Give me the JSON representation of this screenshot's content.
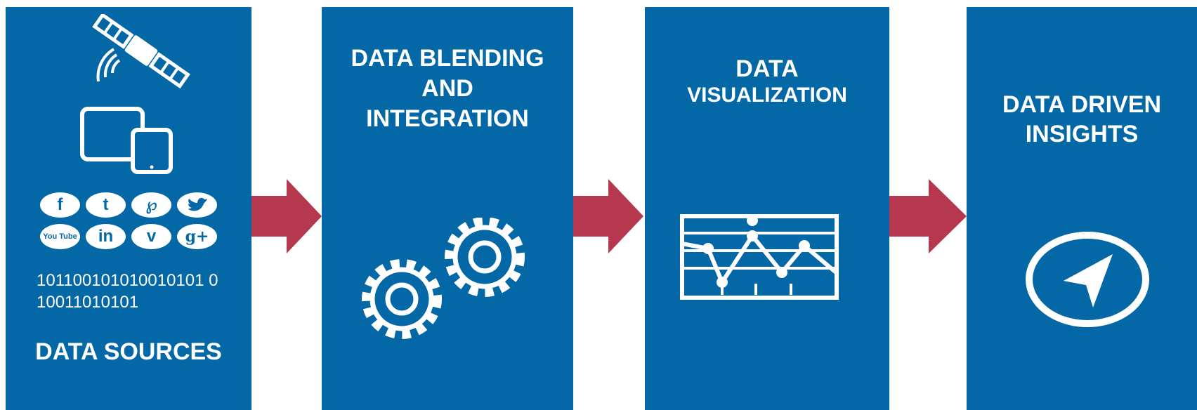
{
  "colors": {
    "panel": "#0568a6",
    "arrow": "#b5384e",
    "icon": "#ffffff"
  },
  "stages": [
    {
      "title_lines": [
        "DATA SOURCES"
      ],
      "binary_lines": [
        "101100101010010101 0",
        "10011010101"
      ],
      "icons": [
        "satellite-icon",
        "tablet-icon",
        "phone-icon",
        "chart-icon"
      ],
      "social": [
        {
          "icon": "facebook-icon",
          "glyph": "f"
        },
        {
          "icon": "tumblr-icon",
          "glyph": "t"
        },
        {
          "icon": "pinterest-icon",
          "glyph": "℘"
        },
        {
          "icon": "twitter-icon",
          "glyph": ""
        },
        {
          "icon": "youtube-icon",
          "glyph": "You Tube"
        },
        {
          "icon": "linkedin-icon",
          "glyph": "in"
        },
        {
          "icon": "vimeo-icon",
          "glyph": "v"
        },
        {
          "icon": "google-plus-icon",
          "glyph": "g+"
        }
      ]
    },
    {
      "title_lines": [
        "DATA BLENDING",
        "AND",
        "INTEGRATION"
      ],
      "icons": [
        "gears-icon"
      ]
    },
    {
      "title_lines": [
        "DATA",
        "VISUALIZATION"
      ],
      "icons": [
        "line-chart-icon"
      ]
    },
    {
      "title_lines": [
        "DATA DRIVEN",
        "INSIGHTS"
      ],
      "icons": [
        "navigation-compass-icon"
      ]
    }
  ]
}
